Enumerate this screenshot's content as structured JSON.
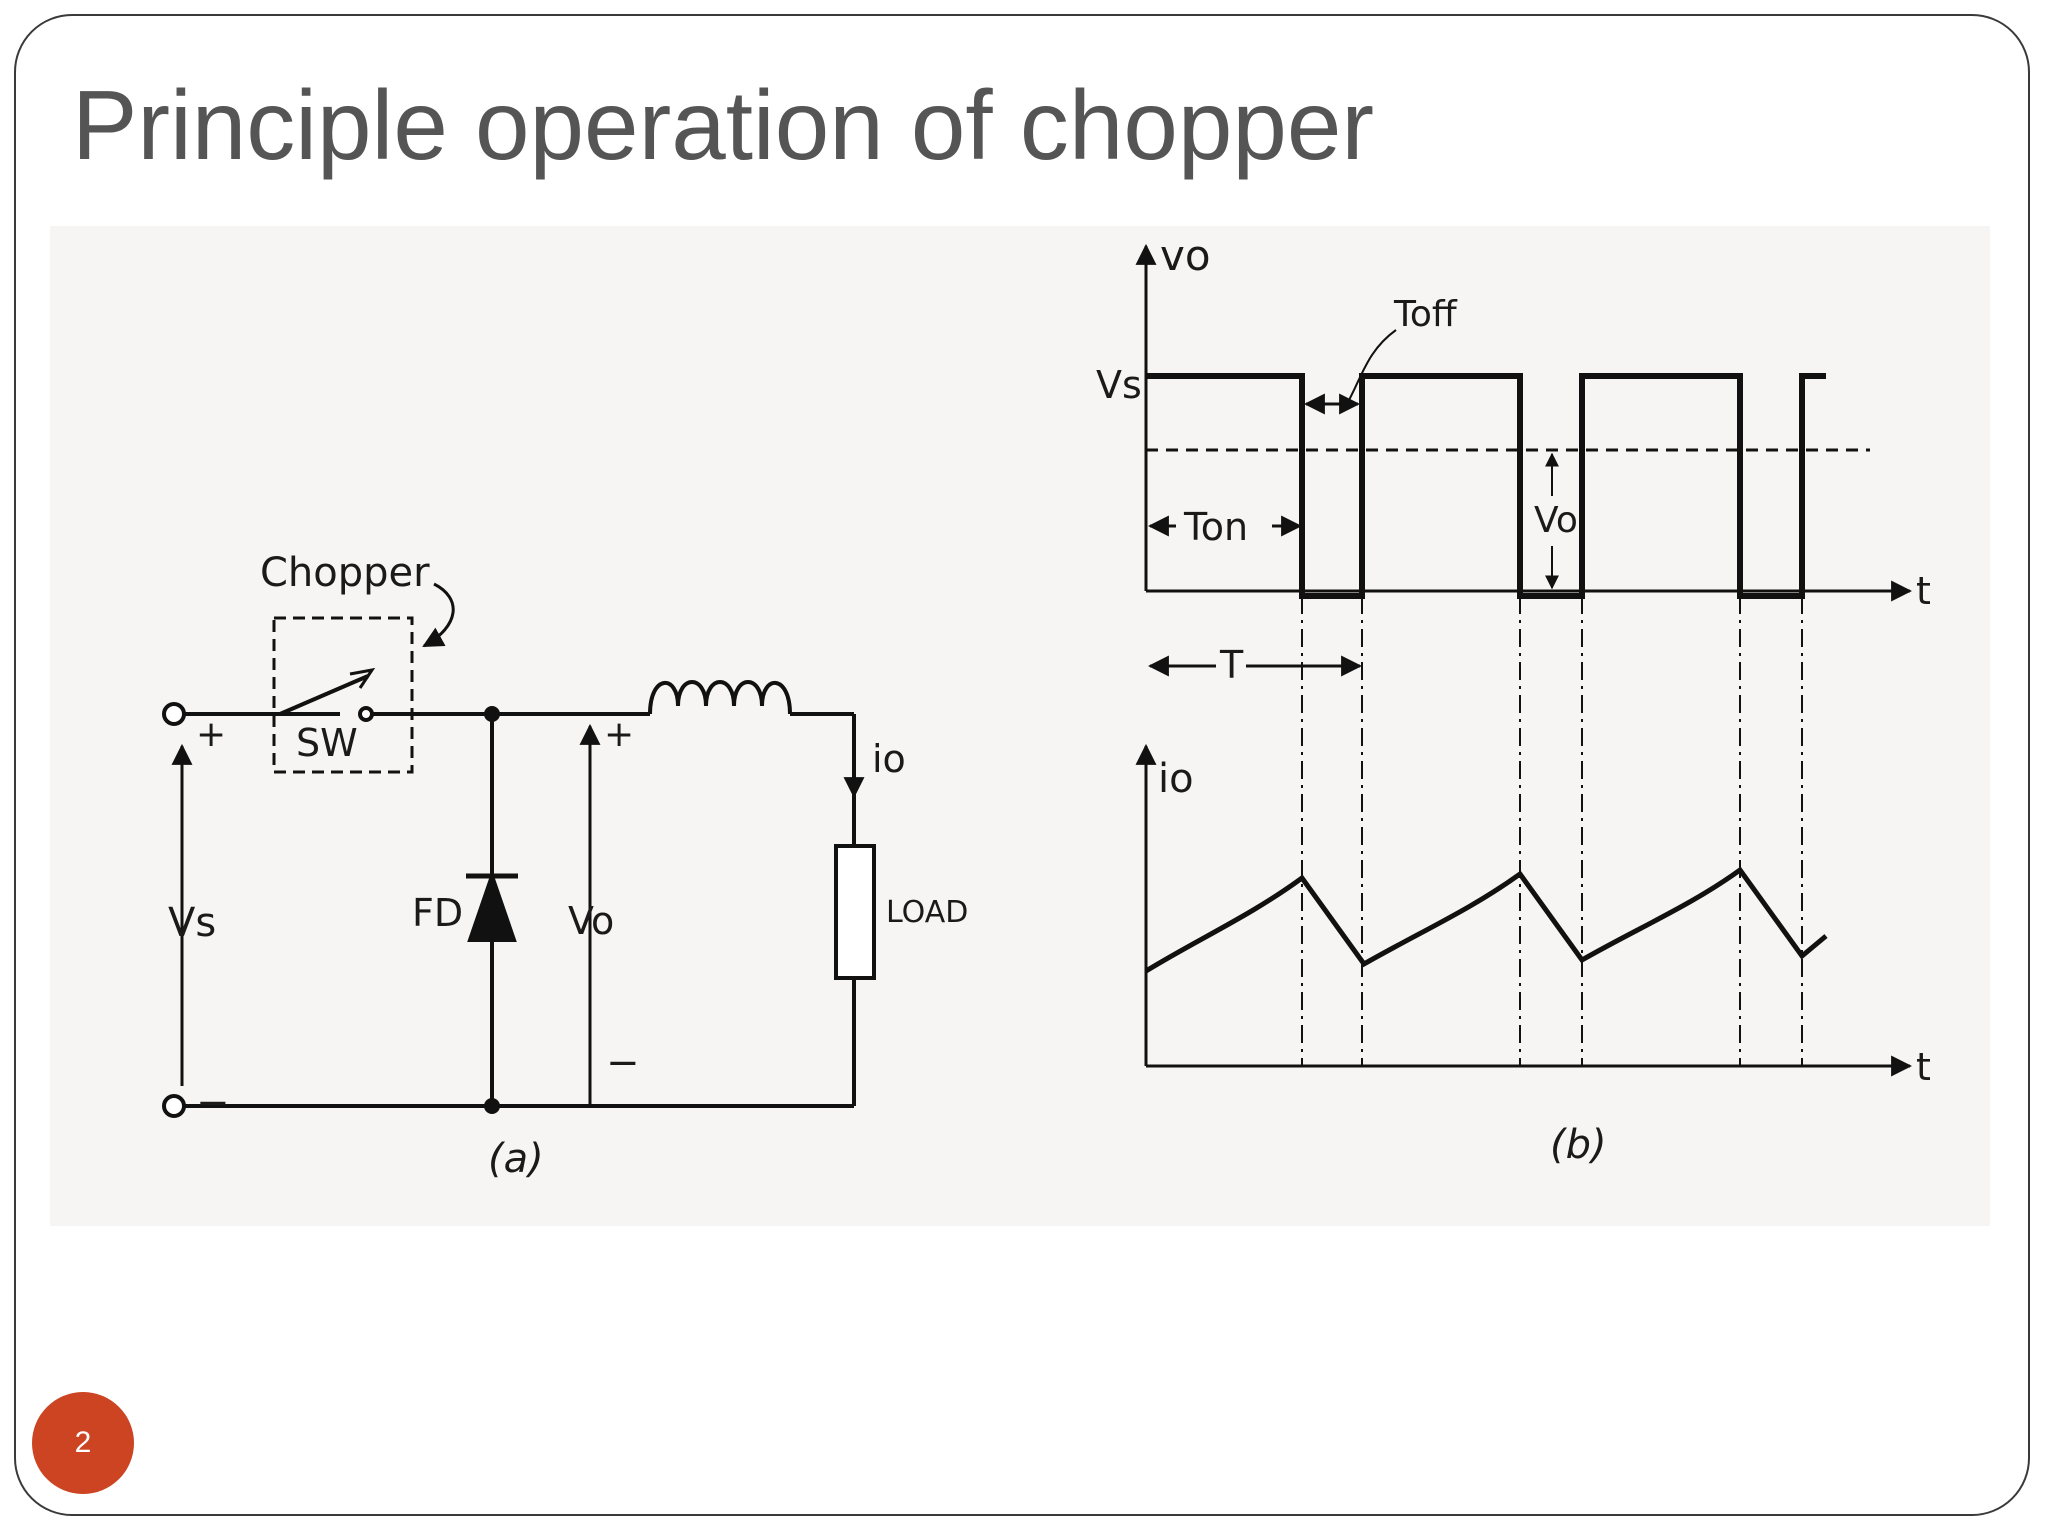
{
  "slide": {
    "title": "Principle operation of chopper",
    "page_number": "2"
  },
  "circuit": {
    "chopper_label": "Chopper",
    "switch_label": "SW",
    "plus": "+",
    "minus": "−",
    "source_label": "Vs",
    "diode_label": "FD",
    "output_label": "Vo",
    "current_label": "io",
    "load_label": "LOAD",
    "caption": "(a)"
  },
  "waveforms": {
    "voltage_axis": "vo",
    "vs_label": "Vs",
    "toff_label": "Toff",
    "ton_label": "Ton",
    "vo_avg_label": "Vo",
    "period_label": "T",
    "time_axis": "t",
    "current_axis": "io",
    "caption": "(b)"
  }
}
